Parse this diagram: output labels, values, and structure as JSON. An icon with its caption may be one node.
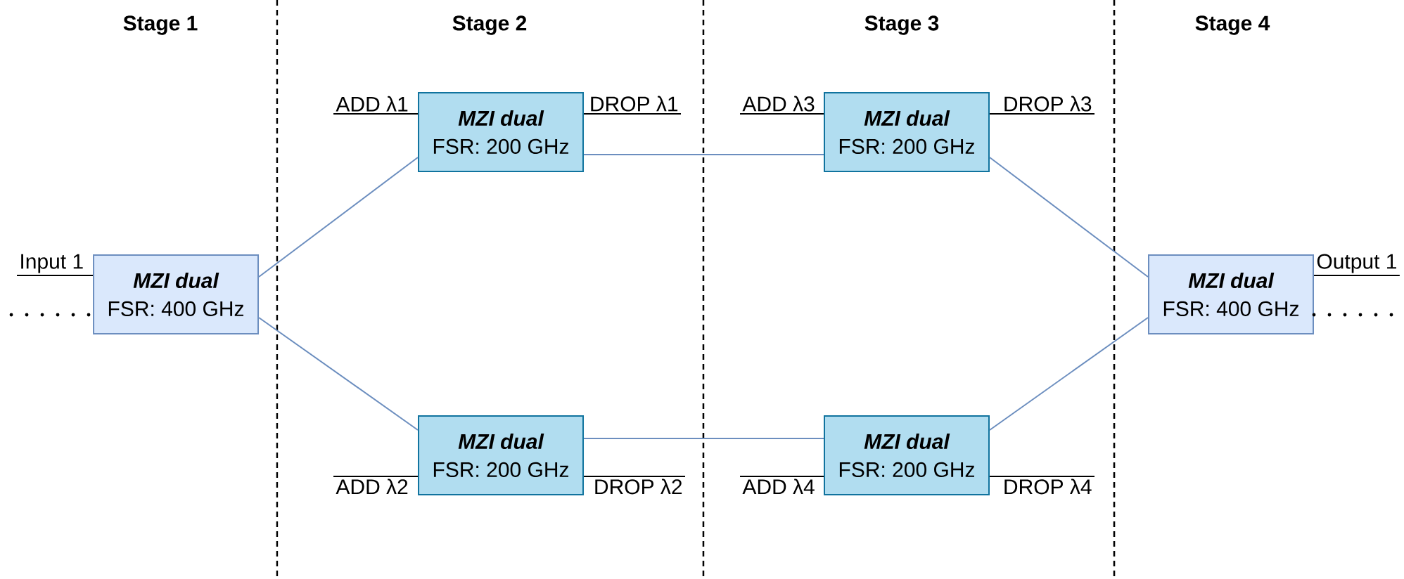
{
  "diagram": {
    "nodes": [
      {
        "text": [
          "MZI dual",
          "FSR: 400 GHz"
        ]
      },
      {
        "text": [
          "MZI dual",
          "FSR: 200 GHz"
        ]
      },
      {
        "text": [
          "MZI dual",
          "FSR: 200 GHz"
        ]
      },
      {
        "text": [
          "MZI dual",
          "FSR: 200 GHz"
        ]
      },
      {
        "text": [
          "MZI dual",
          "FSR: 200 GHz"
        ]
      },
      {
        "text": [
          "MZI dual",
          "FSR: 400 GHz"
        ]
      },
      {
        "text": [
          "Input 1"
        ]
      },
      {
        "text": [
          "ADD λ1"
        ]
      },
      {
        "text": [
          "DROP λ1"
        ]
      },
      {
        "text": [
          "ADD λ3"
        ]
      },
      {
        "text": [
          "DROP λ3"
        ]
      },
      {
        "text": [
          "ADD λ2"
        ]
      },
      {
        "text": [
          "DROP λ2"
        ]
      },
      {
        "text": [
          "ADD λ4"
        ]
      },
      {
        "text": [
          "DROP λ4"
        ]
      },
      {
        "text": [
          "Output 1"
        ]
      }
    ],
    "edges": [
      {
        "from": 0,
        "to": 1,
        "arrow": "none",
        "color": "#6c8ebf"
      },
      {
        "from": 0,
        "to": 2,
        "arrow": "none",
        "color": "#6c8ebf"
      },
      {
        "from": 1,
        "to": 3,
        "arrow": "none",
        "color": "#6c8ebf"
      },
      {
        "from": 2,
        "to": 4,
        "arrow": "none",
        "color": "#6c8ebf"
      },
      {
        "from": 3,
        "to": 5,
        "arrow": "none",
        "color": "#6c8ebf"
      },
      {
        "from": 4,
        "to": 5,
        "arrow": "none",
        "color": "#6c8ebf"
      },
      {
        "from": 6,
        "to": 0,
        "arrow": "none"
      },
      {
        "from": null,
        "to": 0,
        "arrow": "none",
        "style": "dashed"
      },
      {
        "from": 7,
        "to": 1,
        "arrow": "none"
      },
      {
        "from": 1,
        "to": 8,
        "arrow": "none"
      },
      {
        "from": 9,
        "to": 3,
        "arrow": "none"
      },
      {
        "from": 3,
        "to": 10,
        "arrow": "none"
      },
      {
        "from": 11,
        "to": 2,
        "arrow": "none"
      },
      {
        "from": 2,
        "to": 12,
        "arrow": "none"
      },
      {
        "from": 13,
        "to": 4,
        "arrow": "none"
      },
      {
        "from": 4,
        "to": 14,
        "arrow": "none"
      },
      {
        "from": 5,
        "to": 15,
        "arrow": "none"
      },
      {
        "from": 5,
        "to": null,
        "arrow": "none",
        "style": "dashed"
      }
    ],
    "labels": [
      "Stage 1",
      "Stage 2",
      "Stage 3",
      "Stage 4"
    ]
  }
}
